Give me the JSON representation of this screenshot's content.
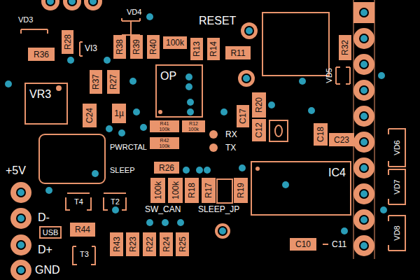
{
  "diagram": {
    "nodes": [
      {
        "text": [
          "R36"
        ]
      },
      {
        "text": [
          "R28"
        ]
      },
      {
        "text": [
          "R38"
        ]
      },
      {
        "text": [
          "R39"
        ]
      },
      {
        "text": [
          "R40"
        ]
      },
      {
        "text": [
          "100k"
        ]
      },
      {
        "text": [
          "R13"
        ]
      },
      {
        "text": [
          "R14"
        ]
      },
      {
        "text": [
          "R11"
        ]
      },
      {
        "text": [
          "R32"
        ]
      },
      {
        "text": [
          "OP"
        ]
      },
      {
        "text": [
          "VR3"
        ]
      },
      {
        "text": [
          "R37"
        ]
      },
      {
        "text": [
          "R27"
        ]
      },
      {
        "text": [
          "C24"
        ]
      },
      {
        "text": [
          "1µ"
        ]
      },
      {
        "text": [
          "R41",
          "100k"
        ]
      },
      {
        "text": [
          "R12",
          "100k"
        ]
      },
      {
        "text": [
          "R42",
          "100k"
        ]
      },
      {
        "text": [
          "C17"
        ]
      },
      {
        "text": [
          "R20"
        ]
      },
      {
        "text": [
          "C12"
        ]
      },
      {
        "text": [
          "C18"
        ]
      },
      {
        "text": [
          "C23"
        ]
      },
      {
        "text": [
          "R26"
        ]
      },
      {
        "text": [
          "100k"
        ]
      },
      {
        "text": [
          "100k"
        ]
      },
      {
        "text": [
          "R18"
        ]
      },
      {
        "text": [
          "R17"
        ]
      },
      {
        "text": [
          "R19"
        ]
      },
      {
        "text": [
          "IC4"
        ]
      },
      {
        "text": [
          "USB"
        ]
      },
      {
        "text": [
          "R44"
        ]
      },
      {
        "text": [
          "R43"
        ]
      },
      {
        "text": [
          "R23"
        ]
      },
      {
        "text": [
          "R22"
        ]
      },
      {
        "text": [
          "R24"
        ]
      },
      {
        "text": [
          "R25"
        ]
      },
      {
        "text": [
          "C10"
        ]
      }
    ],
    "labels": [
      "VD3",
      "VD4",
      "VI3",
      "RESET",
      "VD5",
      "PWRCTAL",
      "SLEEP",
      "RX",
      "TX",
      "+5V",
      "VD6",
      "VD7",
      "SW_CAN",
      "SLEEP_JP",
      "T4",
      "T2",
      "D-",
      "D+",
      "VD8",
      "T3",
      "C11",
      "GND"
    ]
  }
}
